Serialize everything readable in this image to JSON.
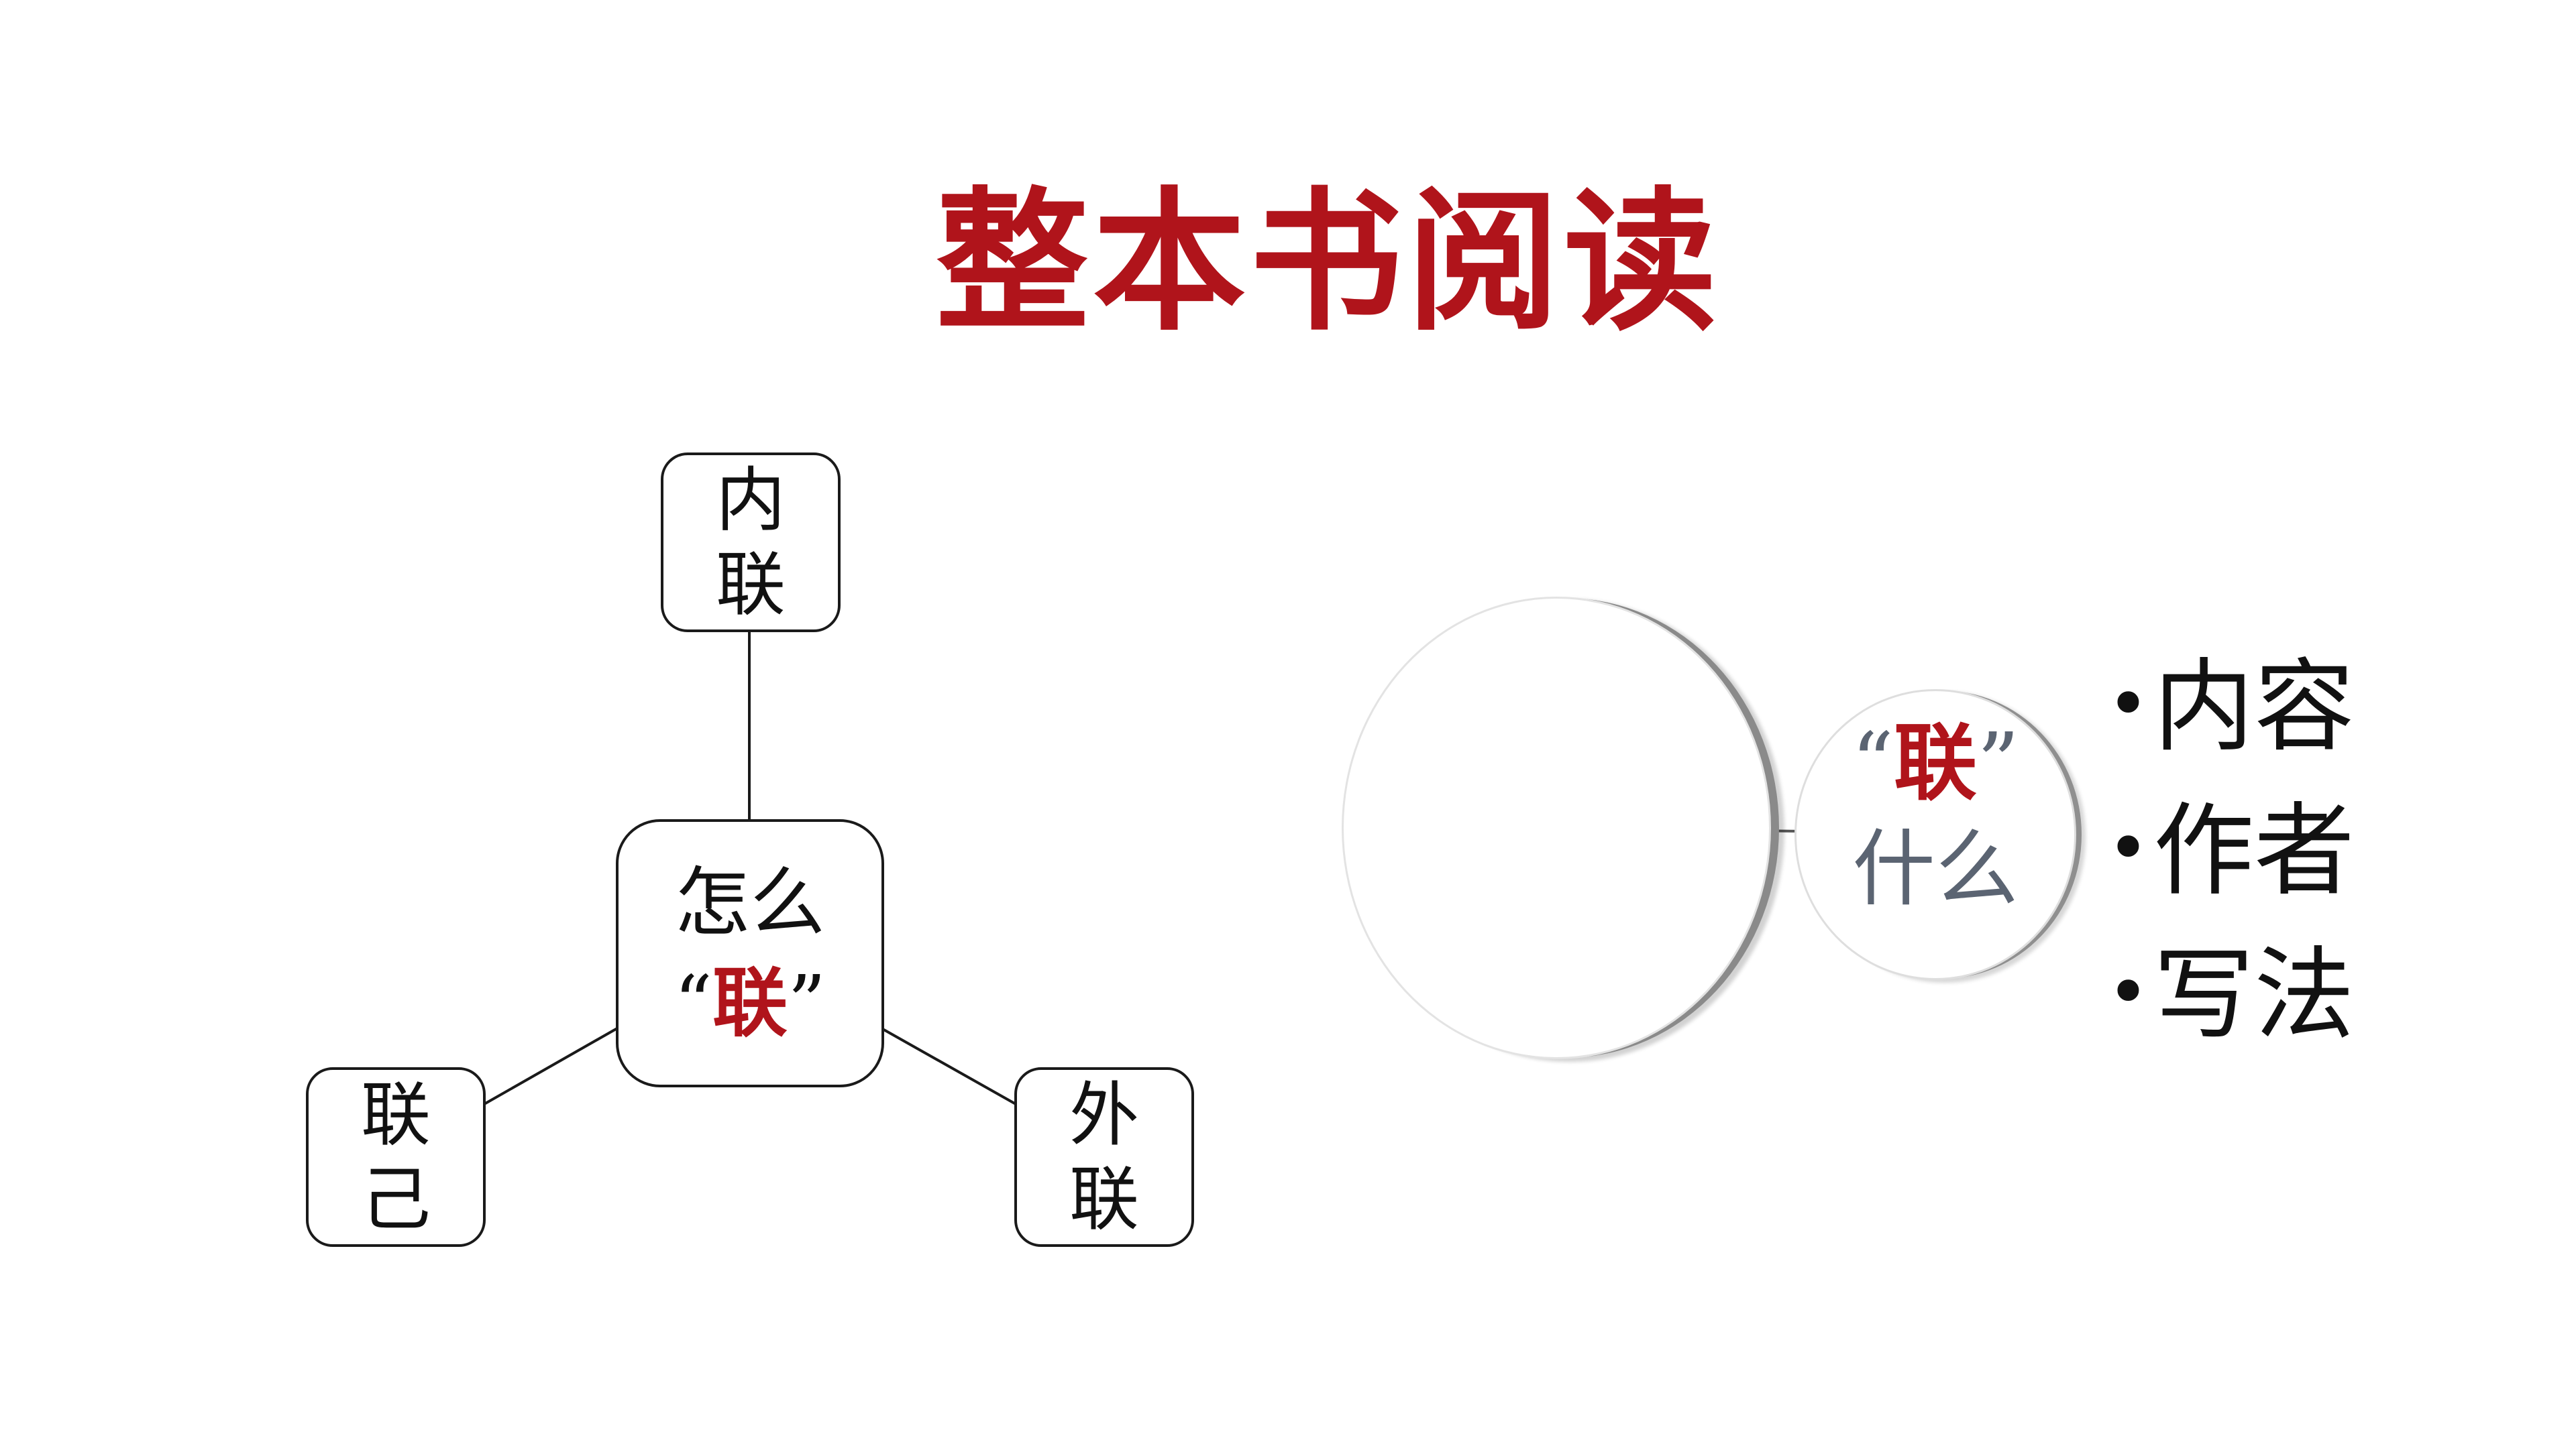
{
  "title": "整本书阅读",
  "left_diagram": {
    "center": {
      "line1": "怎么",
      "quote_open": "“",
      "emph": "联",
      "quote_close": "”"
    },
    "top": {
      "line1": "内",
      "line2": "联"
    },
    "left": {
      "line1": "联",
      "line2": "己"
    },
    "right": {
      "line1": "外",
      "line2": "联"
    }
  },
  "right_diagram": {
    "circle_label": {
      "quote_open": "“",
      "emph": "联",
      "quote_close": "”",
      "line2": "什么"
    },
    "bullet_symbol": "•",
    "bullets": [
      "内容",
      "作者",
      "写法"
    ]
  },
  "colors": {
    "accent": "#b0141b",
    "muted": "#5b6472",
    "text": "#111111"
  }
}
